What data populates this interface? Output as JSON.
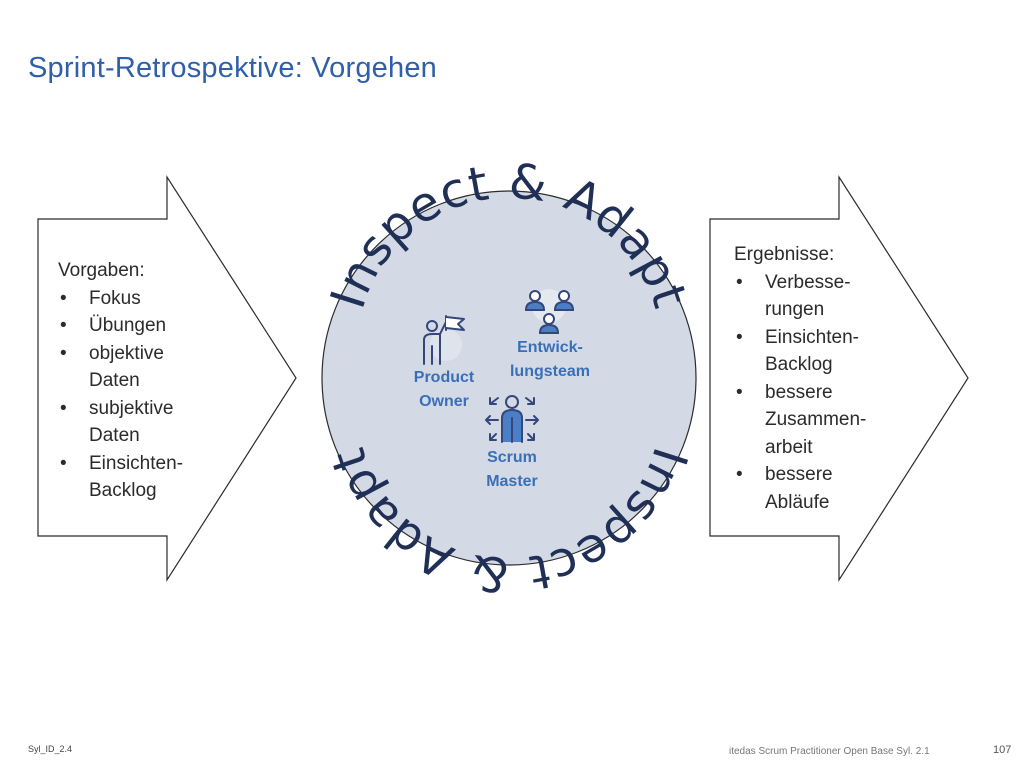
{
  "slide": {
    "title": "Sprint-Retrospektive: Vorgehen"
  },
  "input_box": {
    "heading": "Vorgaben:",
    "items": [
      "Fokus",
      "Übungen",
      "objektive Daten",
      "subjektive Daten",
      "Einsichten-Backlog"
    ],
    "item_lines": [
      [
        "Fokus"
      ],
      [
        "Übungen"
      ],
      [
        "objektive",
        "Daten"
      ],
      [
        "subjektive",
        "Daten"
      ],
      [
        "Einsichten-",
        "Backlog"
      ]
    ]
  },
  "output_box": {
    "heading": "Ergebnisse:",
    "items": [
      "Verbesserungen",
      "Einsichten-Backlog",
      "bessere Zusammenarbeit",
      "bessere Abläufe"
    ],
    "item_lines": [
      [
        "Verbesse-",
        "rungen"
      ],
      [
        "Einsichten-",
        "Backlog"
      ],
      [
        "bessere",
        "Zusammen-",
        "arbeit"
      ],
      [
        "bessere",
        "Abläufe"
      ]
    ]
  },
  "circle": {
    "arc_text_top": "Inspect & Adapt",
    "arc_text_bottom": "Inspect & Adapt",
    "fill_color": "#d3dae6",
    "arc_text_color": "#1f2f55",
    "roles": [
      {
        "id": "product-owner",
        "label_lines": [
          "Product",
          "Owner"
        ],
        "icon": "flag-person-icon"
      },
      {
        "id": "dev-team",
        "label_lines": [
          "Entwick-",
          "lungsteam"
        ],
        "icon": "people-group-icon"
      },
      {
        "id": "scrum-master",
        "label_lines": [
          "Scrum",
          "Master"
        ],
        "icon": "person-arrows-icon"
      }
    ]
  },
  "footer": {
    "id": "Syl_ID_2.4",
    "source": "itedas Scrum Practitioner Open Base Syl. 2.1",
    "page": "107"
  },
  "colors": {
    "title": "#2f5fa8",
    "role_label": "#3a6fb8",
    "icon_stroke": "#35477a",
    "icon_accent": "#4a7fc8"
  }
}
